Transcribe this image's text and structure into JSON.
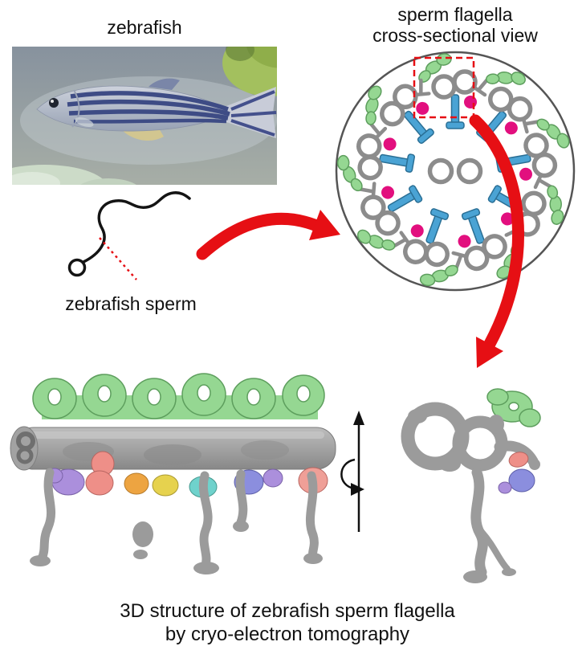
{
  "figure": {
    "zebrafish_label": "zebrafish",
    "cross_section_title_line1": "sperm flagella",
    "cross_section_title_line2": "cross-sectional view",
    "sperm_label": "zebrafish sperm",
    "caption_line1": "3D structure of zebrafish sperm flagella",
    "caption_line2": "by cryo-electron tomography"
  },
  "axoneme_diagram": {
    "doublet_microtubule_count": 9,
    "central_pair_count": 2
  },
  "colors": {
    "arrow_red": "#e60f14",
    "highlight_red": "#e60f14",
    "spoke_blue": "#4aa3d4",
    "magenta": "#e20f7e",
    "green": "#95d792",
    "gray": "#9b9b9b",
    "outline_gray": "#8c8c8c",
    "purple": "#ab8fdc",
    "salmon": "#ee8f88",
    "orange": "#eda441",
    "yellow": "#e6d24e",
    "teal": "#6fd2cc",
    "blue_violet": "#8b8ede",
    "pink": "#ef9f97"
  }
}
